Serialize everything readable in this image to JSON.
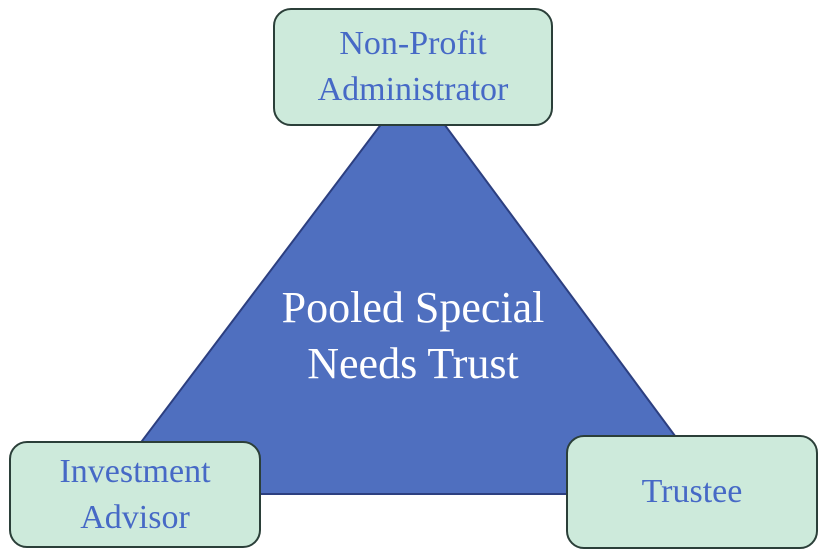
{
  "diagram": {
    "center": {
      "lines": [
        "Pooled Special",
        "Needs Trust"
      ]
    },
    "nodes": {
      "top": {
        "lines": [
          "Non-Profit",
          "Administrator"
        ]
      },
      "bottom_left": {
        "lines": [
          "Investment",
          "Advisor"
        ]
      },
      "bottom_right": {
        "lines": [
          "Trustee"
        ]
      }
    },
    "colors": {
      "triangle_fill": "#4f6fbf",
      "triangle_stroke": "#2c3f80",
      "center_text": "#ffffff",
      "node_fill": "#cdeadb",
      "node_border": "#2b3f39",
      "node_text": "#4669c6"
    }
  }
}
